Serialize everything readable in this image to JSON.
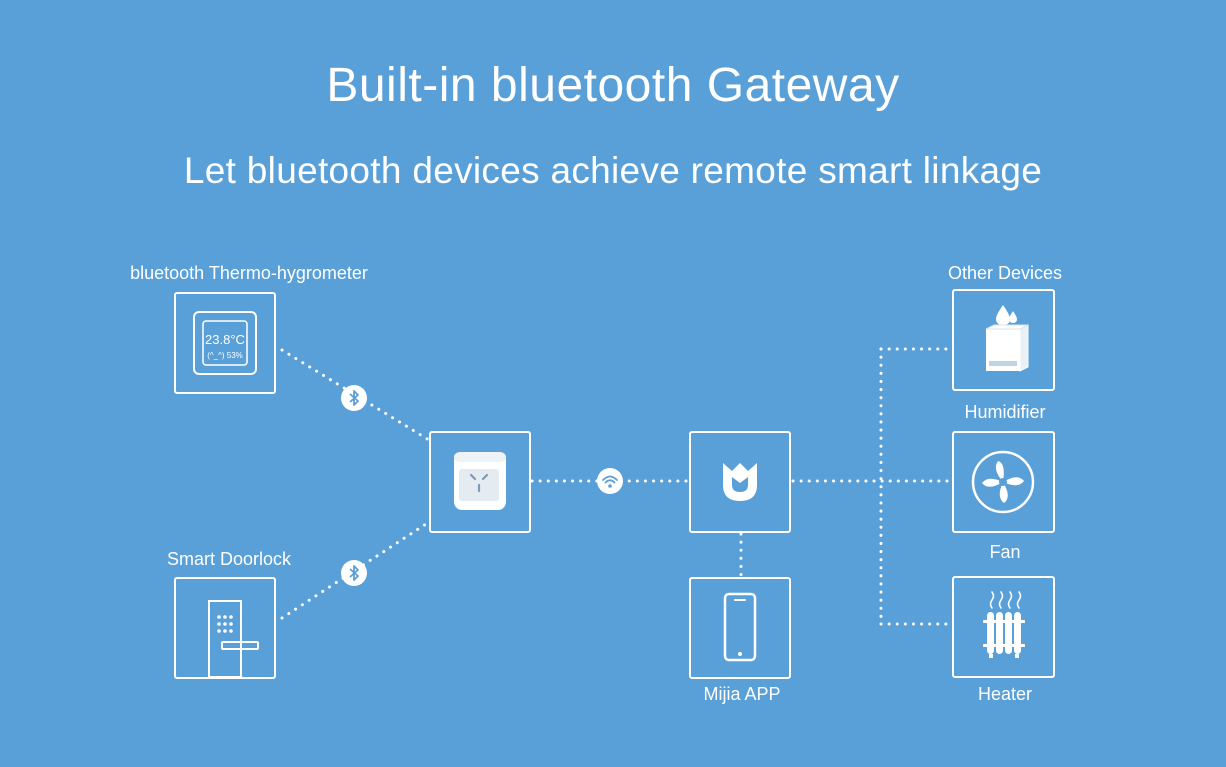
{
  "title": "Built-in bluetooth Gateway",
  "subtitle": "Let bluetooth devices achieve remote smart linkage",
  "nodes": {
    "thermo": {
      "label": "bluetooth Thermo-hygrometer",
      "display_temp": "23.8°C",
      "display_humidity": "(^_^) 53%"
    },
    "doorlock": {
      "label": "Smart Doorlock"
    },
    "gateway": {
      "label": ""
    },
    "mijia_hub": {
      "label": ""
    },
    "mijia_app": {
      "label": "Mijia APP"
    },
    "humidifier": {
      "label": "Humidifier"
    },
    "fan": {
      "label": "Fan"
    },
    "heater": {
      "label": "Heater"
    }
  },
  "group_label": "Other Devices",
  "connections": [
    {
      "from": "thermo",
      "to": "gateway",
      "via": "bluetooth-icon"
    },
    {
      "from": "doorlock",
      "to": "gateway",
      "via": "bluetooth-icon"
    },
    {
      "from": "gateway",
      "to": "mijia_hub",
      "via": "wifi-icon"
    },
    {
      "from": "mijia_hub",
      "to": "mijia_app"
    },
    {
      "from": "mijia_hub",
      "to": "humidifier"
    },
    {
      "from": "mijia_hub",
      "to": "fan"
    },
    {
      "from": "mijia_hub",
      "to": "heater"
    }
  ],
  "colors": {
    "background": "#599fd8",
    "foreground": "#ffffff"
  }
}
